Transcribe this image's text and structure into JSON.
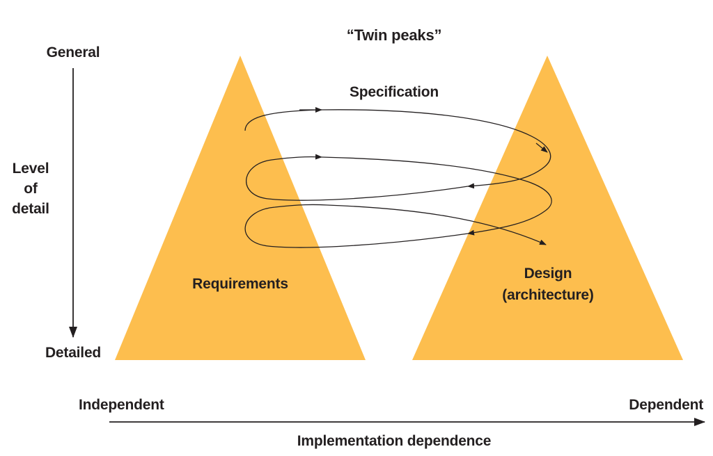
{
  "title": "“Twin peaks”",
  "loop_label": "Specification",
  "y_axis": {
    "top": "General",
    "bottom": "Detailed",
    "label_lines": [
      "Level",
      "of",
      "detail"
    ]
  },
  "x_axis": {
    "left": "Independent",
    "right": "Dependent",
    "label": "Implementation dependence"
  },
  "peaks": {
    "left": {
      "label": "Requirements"
    },
    "right": {
      "label_lines": [
        "Design",
        "(architecture)"
      ]
    }
  },
  "colors": {
    "peak_fill": "#fdbe4e",
    "ink": "#231f20"
  }
}
